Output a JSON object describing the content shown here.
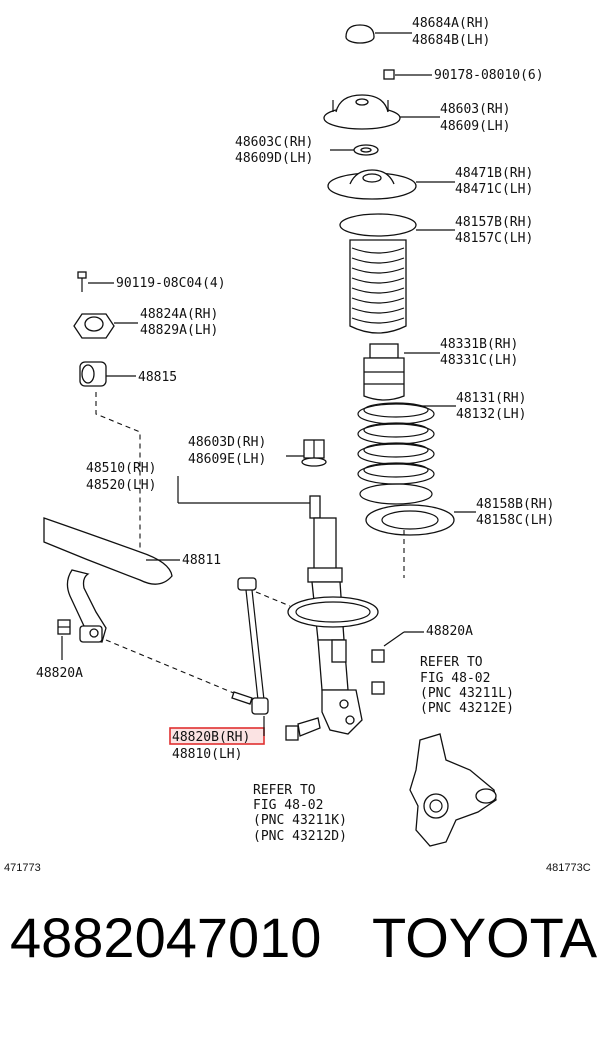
{
  "labels": {
    "l48684": [
      "48684A(RH)",
      "48684B(LH)"
    ],
    "l90178": "90178-08010(6)",
    "l48603": [
      "48603(RH)",
      "48609(LH)"
    ],
    "l48603c": [
      "48603C(RH)",
      "48609D(LH)"
    ],
    "l48471": [
      "48471B(RH)",
      "48471C(LH)"
    ],
    "l48157": [
      "48157B(RH)",
      "48157C(LH)"
    ],
    "l90119": "90119-08C04(4)",
    "l48824": [
      "48824A(RH)",
      "48829A(LH)"
    ],
    "l48815": "48815",
    "l48331": [
      "48331B(RH)",
      "48331C(LH)"
    ],
    "l48131": [
      "48131(RH)",
      "48132(LH)"
    ],
    "l48603d": [
      "48603D(RH)",
      "48609E(LH)"
    ],
    "l48510": [
      "48510(RH)",
      "48520(LH)"
    ],
    "l48158": [
      "48158B(RH)",
      "48158C(LH)"
    ],
    "l48811": "48811",
    "l48820a_right": "48820A",
    "l48820a_left": "48820A",
    "refer1": [
      "REFER TO",
      "FIG 48-02",
      "(PNC 43211L)",
      "(PNC 43212E)"
    ],
    "l48820b": "48820B(RH)",
    "l48810": "48810(LH)",
    "refer2": [
      "REFER TO",
      "FIG 48-02",
      "(PNC 43211K)",
      "(PNC 43212D)"
    ],
    "fig_left": "471773",
    "fig_right": "481773C"
  },
  "footer": {
    "part_number": "4882047010",
    "brand": "TOYOTA"
  },
  "colors": {
    "highlight": "#e03030",
    "highlight_fill": "#fbe3e3"
  }
}
